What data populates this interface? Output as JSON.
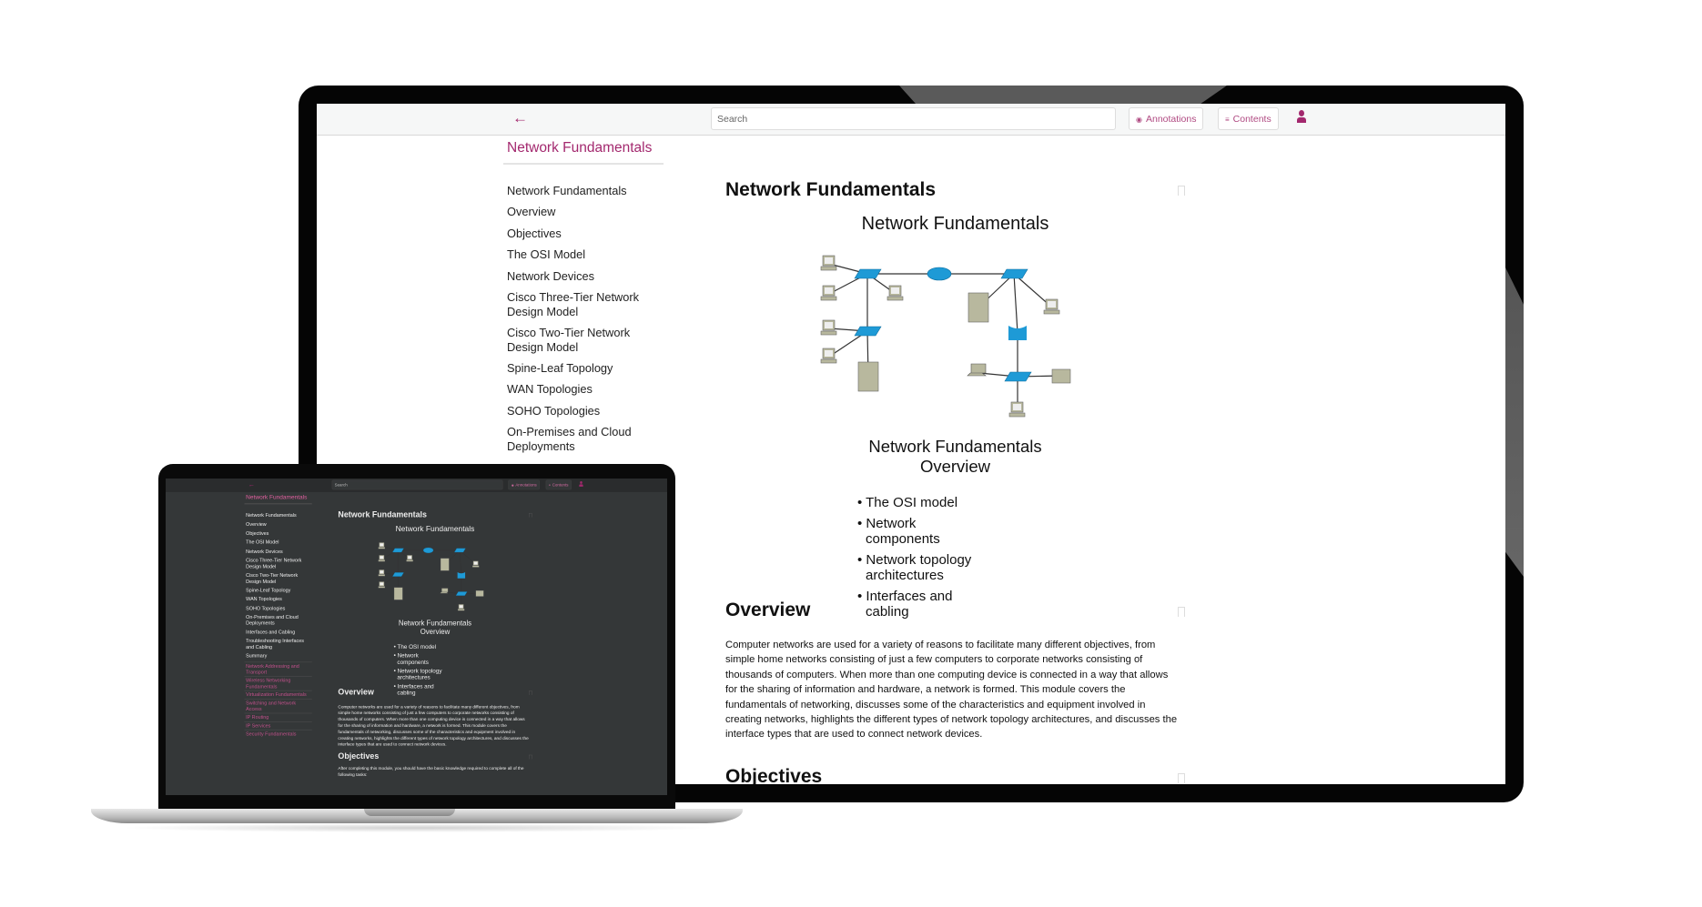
{
  "header": {
    "back_icon": "arrow-left-icon",
    "search_placeholder": "Search",
    "annotations_label": "Annotations",
    "contents_label": "Contents",
    "user_icon": "user-icon"
  },
  "sidebar": {
    "title": "Network Fundamentals",
    "items": [
      {
        "label": "Network Fundamentals"
      },
      {
        "label": "Overview"
      },
      {
        "label": "Objectives"
      },
      {
        "label": "The OSI Model"
      },
      {
        "label": "Network Devices"
      },
      {
        "label": "Cisco Three-Tier Network Design Model"
      },
      {
        "label": "Cisco Two-Tier Network Design Model"
      },
      {
        "label": "Spine-Leaf Topology"
      },
      {
        "label": "WAN Topologies"
      },
      {
        "label": "SOHO Topologies"
      },
      {
        "label": "On-Premises and Cloud Deployments"
      },
      {
        "label": "Interfaces and Cabling"
      },
      {
        "label": "Troubleshooting Interfaces and Cabling"
      },
      {
        "label": "Summary"
      }
    ],
    "chapters": [
      {
        "label": "Network Addressing and Transport"
      },
      {
        "label": "Wireless Networking Fundamentals"
      },
      {
        "label": "Virtualization Fundamentals"
      },
      {
        "label": "Switching and Network Access"
      },
      {
        "label": "IP Routing"
      },
      {
        "label": "IP Services"
      },
      {
        "label": "Security Fundamentals"
      }
    ]
  },
  "content": {
    "heading": "Network Fundamentals",
    "figure_title": "Network Fundamentals",
    "caption_line1": "Network Fundamentals",
    "caption_line2": "Overview",
    "bullets": [
      "• The OSI model",
      "• Network components",
      "• Network topology architectures",
      "• Interfaces and cabling"
    ],
    "overview_heading": "Overview",
    "overview_text": "Computer networks are used for a variety of reasons to facilitate many different objectives, from simple home networks consisting of just a few computers to corporate networks consisting of thousands of computers. When more than one computing device is connected in a way that allows for the sharing of information and hardware, a network is formed. This module covers the fundamentals of networking, discusses some of the characteristics and equipment involved in creating networks, highlights the different types of network topology architectures, and discusses the interface types that are used to connect network devices.",
    "objectives_heading": "Objectives",
    "objectives_text": "After completing this module, you should have the basic knowledge required to complete all of the following tasks:"
  },
  "colors": {
    "accent": "#a3286e",
    "dark_bg": "#343738",
    "switch_blue": "#1e9ad6",
    "device_beige": "#b8b89e"
  }
}
